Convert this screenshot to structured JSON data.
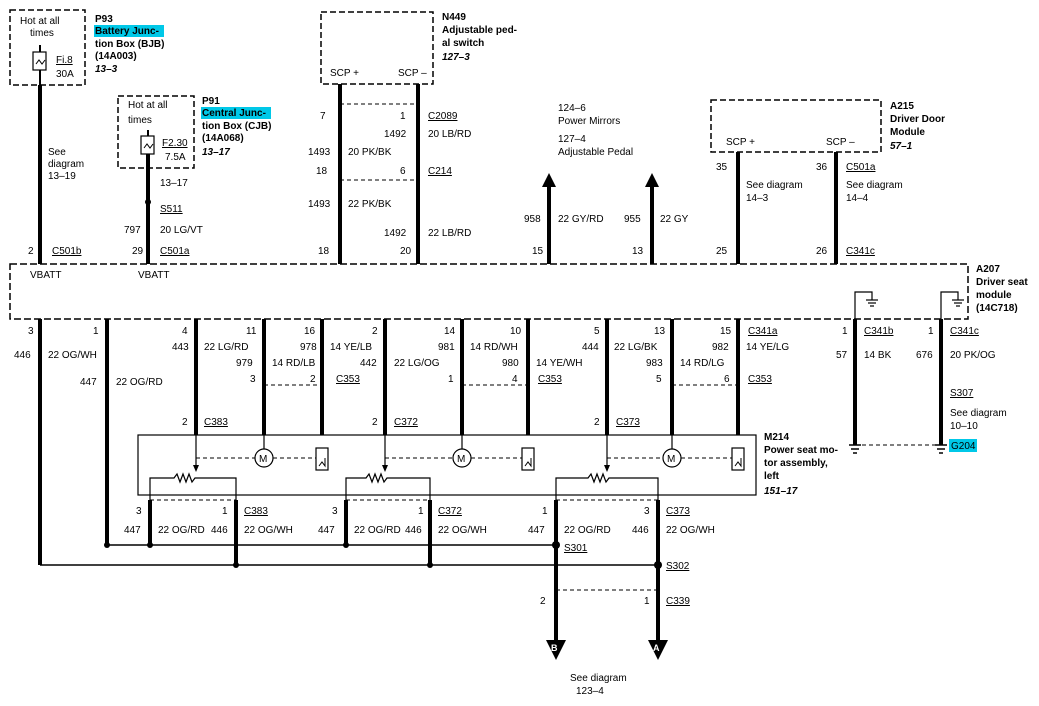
{
  "p93": {
    "hot": [
      "Hot at all",
      "times"
    ],
    "fuse": "Fi.8",
    "amp": "30A",
    "id": "P93",
    "name_hl": [
      "Battery Junc-"
    ],
    "name": [
      "tion Box (BJB)",
      "(14A003)"
    ],
    "ref": "13–3",
    "see": [
      "See",
      "diagram",
      "13–19"
    ]
  },
  "p91": {
    "hot": [
      "Hot at all",
      "times"
    ],
    "fuse": "F2.30",
    "amp": "7.5A",
    "id": "P91",
    "name_hl": [
      "Central Junc-"
    ],
    "name": [
      "tion Box (CJB)",
      "(14A068)"
    ],
    "ref": "13–17",
    "see": "13–17",
    "splice": "S511",
    "circuit": "797",
    "wire": "20 LG/VT"
  },
  "n449": {
    "id": "N449",
    "name": [
      "Adjustable ped-",
      "al switch"
    ],
    "ref": "127–3",
    "scp_plus": "SCP +",
    "scp_minus": "SCP –",
    "pin7": "7",
    "pin1": "1",
    "c2089": "C2089",
    "c1492a": "1492",
    "w1": "20 LB/RD",
    "c1493a": "1493",
    "w2": "20 PK/BK",
    "pin18": "18",
    "pin6": "6",
    "c214": "C214",
    "c1493b": "1493",
    "w3": "22 PK/BK",
    "c1492b": "1492",
    "w4": "22 LB/RD",
    "p18": "18",
    "p20": "20"
  },
  "mirrors": {
    "l1": "124–6",
    "l2": "Power Mirrors",
    "l3": "127–4",
    "l4": "Adjustable Pedal",
    "c958": "958",
    "w958": "22 GY/RD",
    "c955": "955",
    "w955": "22 GY",
    "p15": "15",
    "p13": "13"
  },
  "a215": {
    "id": "A215",
    "name": [
      "Driver Door",
      "Module"
    ],
    "ref": "57–1",
    "scp_plus": "SCP +",
    "scp_minus": "SCP –",
    "p35": "35",
    "p36": "36",
    "c501a": "C501a",
    "see1": [
      "See diagram",
      "14–3"
    ],
    "see2": [
      "See diagram",
      "14–4"
    ],
    "p25": "25",
    "p26": "26",
    "c341c": "C341c"
  },
  "top_conn": {
    "p2": "2",
    "c501b": "C501b",
    "p29": "29",
    "c501a": "C501a",
    "vbatt1": "VBATT",
    "vbatt2": "VBATT"
  },
  "a207": {
    "id": "A207",
    "name": [
      "Driver seat",
      "module"
    ],
    "ref": "(14C718)"
  },
  "bottom_pins": {
    "pins": [
      "3",
      "1",
      "4",
      "11",
      "16",
      "2",
      "14",
      "10",
      "5",
      "13",
      "15"
    ],
    "c341a": "C341a",
    "circ": [
      "446",
      "447",
      "443",
      "979",
      "978",
      "442",
      "981",
      "980",
      "444",
      "983",
      "982"
    ],
    "wires": [
      "22 OG/WH",
      "22 OG/RD",
      "22 LG/RD",
      "14 RD/LB",
      "14 YE/LB",
      "22 LG/OG",
      "14 RD/WH",
      "14 YE/WH",
      "22 LG/BK",
      "14 RD/LG",
      "14 YE/LG"
    ],
    "c353pins": [
      "3",
      "2",
      "1",
      "4",
      "5",
      "6"
    ],
    "c353": "C353"
  },
  "grounds": {
    "p1a": "1",
    "c341b": "C341b",
    "c57": "57",
    "w57": "14 BK",
    "p1b": "1",
    "c341c": "C341c",
    "c676": "676",
    "w676": "20 PK/OG",
    "s307": "S307",
    "see": [
      "See diagram",
      "10–10"
    ],
    "g204": "G204"
  },
  "m214": {
    "id": "M214",
    "name": [
      "Power seat mo-",
      "tor assembly,",
      "left"
    ],
    "ref": "151–17",
    "c383": "C383",
    "c372": "C372",
    "c373": "C373",
    "pin2a": "2",
    "pin2b": "2",
    "pin2c": "2",
    "motor": "M"
  },
  "lower": {
    "pins": [
      "3",
      "1",
      "3",
      "1",
      "1",
      "3"
    ],
    "c383": "C383",
    "c372": "C372",
    "c373": "C373",
    "circ": [
      "447",
      "446",
      "447",
      "446",
      "447",
      "446"
    ],
    "wires": [
      "22 OG/RD",
      "22 OG/WH",
      "22 OG/RD",
      "22 OG/WH",
      "22 OG/RD",
      "22 OG/WH"
    ],
    "s301": "S301",
    "s302": "S302",
    "p2": "2",
    "p1": "1",
    "c339": "C339",
    "arrowB": "B",
    "arrowA": "A",
    "see": [
      "See diagram",
      "123–4"
    ]
  }
}
